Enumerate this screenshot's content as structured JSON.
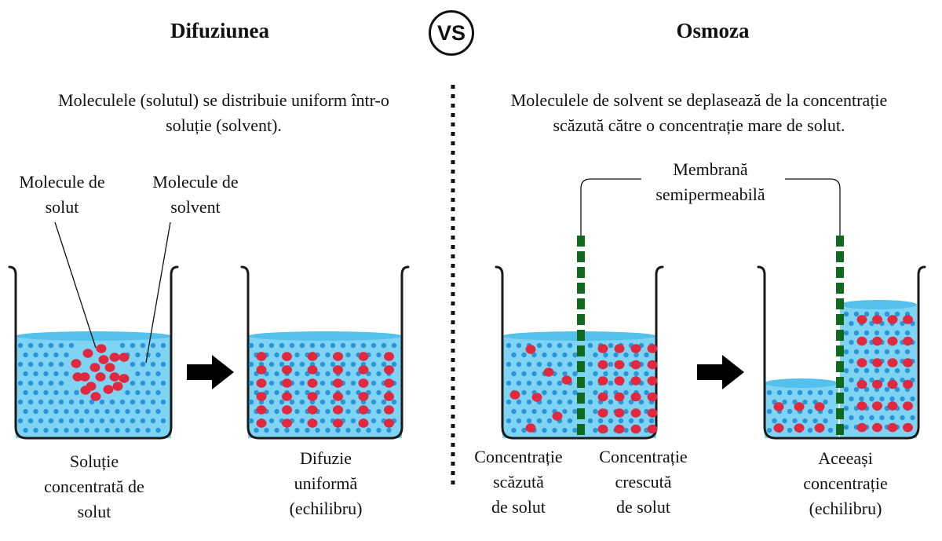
{
  "diffusion": {
    "title": "Difuziunea",
    "description_line1": "Moleculele (solutul) se distribuie uniform într-o",
    "description_line2": "soluție (solvent).",
    "label_solute": [
      "Molecule de",
      "solut"
    ],
    "label_solvent": [
      "Molecule de",
      "solvent"
    ],
    "beaker1_caption": [
      "Soluție",
      "concentrată de",
      "solut"
    ],
    "beaker2_caption": [
      "Difuzie",
      "uniformă",
      "(echilibru)"
    ]
  },
  "vs_label": "VS",
  "osmosis": {
    "title": "Osmoza",
    "description_line1": "Moleculele de solvent se deplasează de la concentrație",
    "description_line2": "scăzută către o concentrație mare de solut.",
    "membrane_label": [
      "Membrană",
      "semipermeabilă"
    ],
    "low_caption": [
      "Concentrație",
      "scăzută",
      "de solut"
    ],
    "high_caption": [
      "Concentrație",
      "crescută",
      "de solut"
    ],
    "equilibrium_caption": [
      "Aceeași",
      "concentrație",
      "(echilibru)"
    ]
  },
  "colors": {
    "water": "#7fd3f3",
    "water_surface": "#53c1ec",
    "solvent_dot": "#2a95d8",
    "solute": "#e0283f",
    "membrane": "#0f6a1d",
    "arrow": "#000000"
  }
}
